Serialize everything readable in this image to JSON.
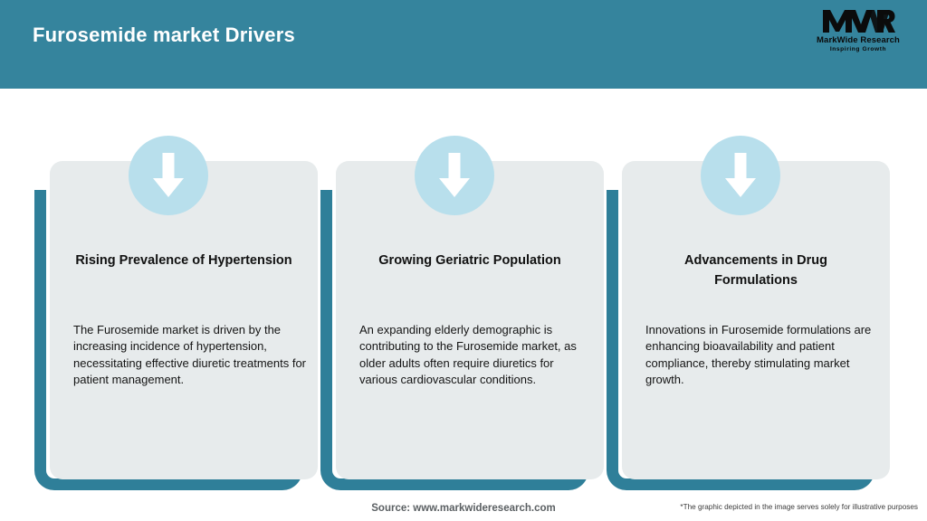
{
  "header": {
    "title": "Furosemide market Drivers",
    "band_color": "#35849d",
    "title_color": "#ffffff",
    "logo": {
      "mark": "MWR",
      "name": "MarkWide Research",
      "tagline": "Inspiring Growth",
      "icon": "mwr-logo-icon"
    }
  },
  "theme": {
    "accent": "#2f7f99",
    "panel_bg": "#e7ebec",
    "circle_bg": "#b8dfec",
    "arrow": "#ffffff"
  },
  "cards": [
    {
      "icon": "arrow-down-icon",
      "title": "Rising Prevalence of Hypertension",
      "body": "The Furosemide market is driven by the increasing incidence of hypertension, necessitating effective diuretic treatments for patient management."
    },
    {
      "icon": "arrow-down-icon",
      "title": "Growing Geriatric Population",
      "body": "An expanding elderly demographic is contributing to the Furosemide market, as older adults often require diuretics for various cardiovascular conditions."
    },
    {
      "icon": "arrow-down-icon",
      "title": "Advancements in Drug Formulations",
      "body": "Innovations in Furosemide formulations are enhancing bioavailability and patient compliance, thereby stimulating market growth."
    }
  ],
  "footer": {
    "source": "Source: www.markwideresearch.com",
    "disclaimer": "*The graphic depicted in the image serves solely for illustrative purposes"
  }
}
